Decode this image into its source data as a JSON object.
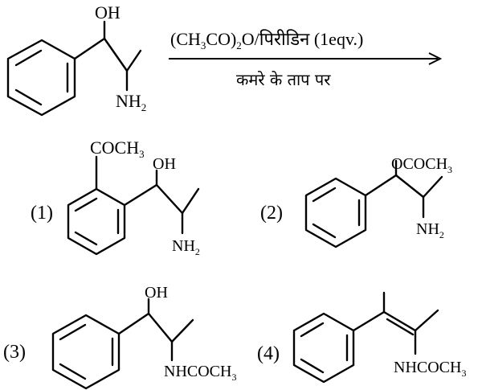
{
  "reaction": {
    "reactant": {
      "oh": "OH",
      "nh2": "NH",
      "nh2_sub": "2"
    },
    "reagent": {
      "p1": "(CH",
      "s1": "3",
      "p2": "CO)",
      "s2": "2",
      "p3": "O/पिरीडिन (1eqv.)",
      "condition": "कमरे के ताप पर"
    }
  },
  "options": [
    {
      "num": "(1)",
      "sub1_main": "COCH",
      "sub1_sub": "3",
      "oh": "OH",
      "nh2": "NH",
      "nh2_sub": "2"
    },
    {
      "num": "(2)",
      "ester_main": "OCOCH",
      "ester_sub": "3",
      "nh2": "NH",
      "nh2_sub": "2"
    },
    {
      "num": "(3)",
      "oh": "OH",
      "amide_main": "NHCOCH",
      "amide_sub": "3"
    },
    {
      "num": "(4)",
      "amide_main": "NHCOCH",
      "amide_sub": "3"
    }
  ]
}
